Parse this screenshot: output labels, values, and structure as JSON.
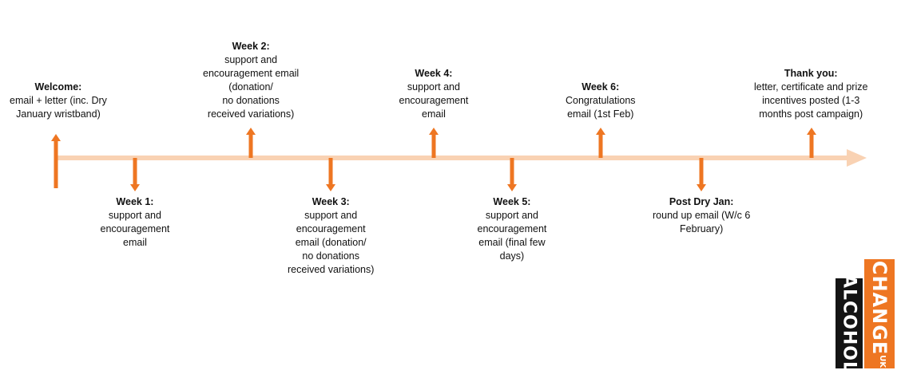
{
  "colors": {
    "timeline": "#f9d2b3",
    "arrow": "#ee7622",
    "logo_dark": "#141414",
    "logo_orange": "#ee7622"
  },
  "milestones": [
    {
      "title": "Welcome:",
      "lines": [
        "email + letter (inc. Dry",
        "January wristband)"
      ],
      "position": "above"
    },
    {
      "title": "Week 1:",
      "lines": [
        "support and",
        "encouragement",
        "email"
      ],
      "position": "below"
    },
    {
      "title": "Week 2:",
      "lines": [
        "support and",
        "encouragement email",
        "(donation/",
        "no donations",
        "received variations)"
      ],
      "position": "above"
    },
    {
      "title": "Week 3:",
      "lines": [
        "support and",
        "encouragement",
        "email (donation/",
        "no donations",
        "received variations)"
      ],
      "position": "below"
    },
    {
      "title": "Week 4:",
      "lines": [
        "support and",
        "encouragement",
        "email"
      ],
      "position": "above"
    },
    {
      "title": "Week 5:",
      "lines": [
        "support and",
        "encouragement",
        "email (final few",
        "days)"
      ],
      "position": "below"
    },
    {
      "title": "Week 6:",
      "lines": [
        "Congratulations",
        "email (1st Feb)"
      ],
      "position": "above"
    },
    {
      "title": "Post Dry Jan:",
      "lines": [
        "round up email (W/c 6",
        "February)"
      ],
      "position": "below"
    },
    {
      "title": "Thank you:",
      "lines": [
        "letter, certificate and prize",
        "incentives posted (1-3",
        "months post campaign)"
      ],
      "position": "above"
    }
  ],
  "logo": {
    "word_1": "ALCOHOL",
    "word_2": "CHANGE",
    "suffix": "UK"
  }
}
